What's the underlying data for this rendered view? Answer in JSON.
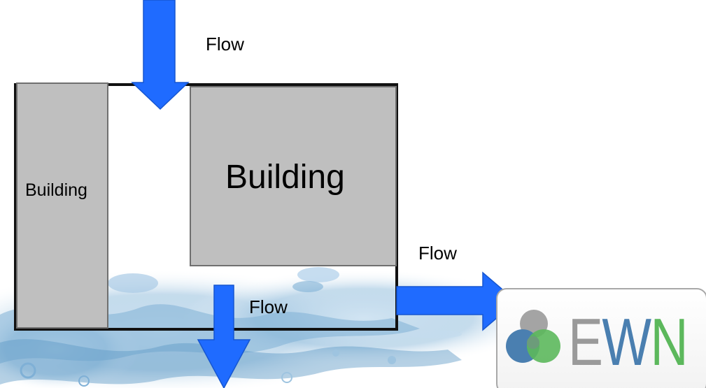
{
  "labels": {
    "flow_top": "Flow",
    "flow_right": "Flow",
    "flow_bottom": "Flow",
    "building_left": "Building",
    "building_right": "Building"
  },
  "logo": {
    "text": "EWN"
  },
  "colors": {
    "arrow": "#1f6bff",
    "building_fill": "#bfbfbf",
    "building_stroke": "#6f6f6f",
    "outline": "#111111",
    "water": "#8fb9d9",
    "logo_e": "#9a9a9a",
    "logo_w": "#4a7fb0",
    "logo_n": "#5cb85c"
  }
}
